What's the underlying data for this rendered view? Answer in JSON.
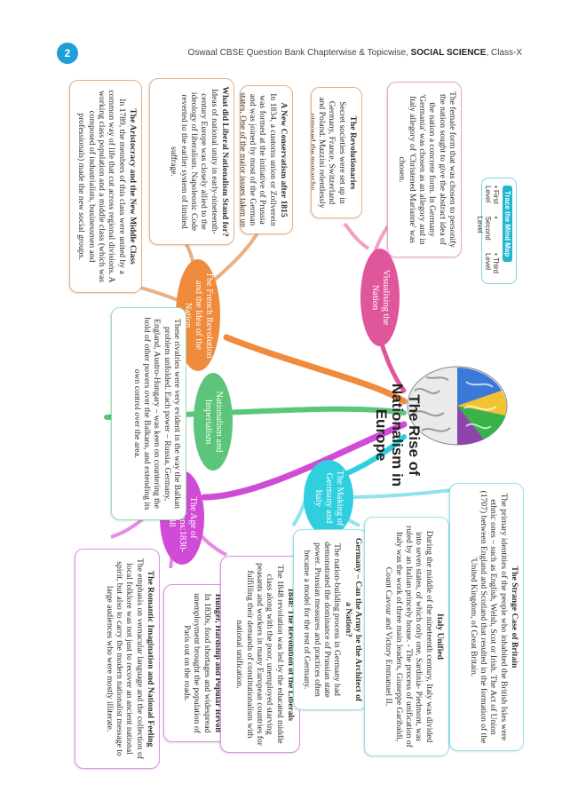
{
  "header": {
    "page_number": "2",
    "running_head_prefix": "Oswaal CBSE Question Bank Chapterwise & Topicwise, ",
    "running_head_subject": "SOCIAL SCIENCE",
    "running_head_suffix": ", Class-X"
  },
  "colors": {
    "orange": "#f08a3c",
    "green": "#5cc57a",
    "magenta": "#d04bd6",
    "cyan": "#2fcfe0",
    "pink": "#e0569a",
    "tan": "#e9b083",
    "badge": "#1e9fd8"
  },
  "central_topic": {
    "line1": "The Rise of",
    "line2": "Nationalism in Europe",
    "icon": "brain-icon"
  },
  "branches": {
    "french_revolution": "The French Revolution and the Idea of the Nation",
    "nationalism_imperialism": "Nationalism and Imperialism",
    "age_of_revolutions": "The Age of Revolutions:1830-1848",
    "making_germany_italy": "The Making of Germany and Italy",
    "visualising_nation": "Visualising the Nation"
  },
  "nodes": {
    "aristocracy": {
      "title": "The Aristocracy and the New Middle Class",
      "text": "In 1789, the members of this class were united by a common way of life that cut across regional divisions. A working class population and a middle class (which was composed of industrialists, businessmen and professionals) made the new social groups."
    },
    "liberal_nationalism": {
      "title": "What did Liberal Nationalism Stand for?",
      "text": "Ideas of national unity in early-nineteenth-century Europe was closely allied to the ideology of liberalism. Napoleonic Code reverted to the earlier system of limited suffrage."
    },
    "new_conservatism": {
      "title": "A New Conservatism after 1815",
      "text": "In 1834, a customs union or Zollverein was formed at the initiative of Prussia and was joined by most of the German states. One of the major issues taken up was freedom of the press."
    },
    "revolutionaries": {
      "title": "The Revolutionaries",
      "text": "Secret societies were set up in Germany, France, Switzerland and Poland. Mazzini relentlessly opposed the monarchy."
    },
    "female_form": {
      "title": "",
      "text": "The female form that was chosen to personify the nation sought to give the abstract idea of the nation a concrete form. In Germany 'Germania' was chosen as an allegory and in Italy allegory of 'Christened Marianne' was chosen."
    },
    "balkan": {
      "title": "",
      "text": "These rivalries were very evident in the way the Balkan problem unfolded. Each power – Russia, Germany, England, Austro-Hungary – was keen on countering the hold of other powers over the Balkans, and extending its own control over the area."
    },
    "romantic": {
      "title": "The Romantic Imagination and National Feeling",
      "text": "The emphasis on vernacular language and the collection of local folklore was not just to recover an ancient national spirit, but also to carry the modern nationalist message to large audiences who were mostly illiterate."
    },
    "hunger": {
      "title": "Hunger, Hardship and Popular Revolt",
      "text": "In 1830s, food shortages and widespread unemployment brought the population of Paris out on the roads."
    },
    "liberals_1848": {
      "title": "1848: The Revolution of the Liberals",
      "text": "The 1848 revolution was led by the educated middle class along with the poor, unemployed starving peasants and workers in many European countries for fulfilling their demands of constitutionalism with national unification."
    },
    "germany_army": {
      "title": "Germany – Can the Army be the Architect of a Nation?",
      "text": "The nation-building process in Germany had demonstrated the dominance of Prussian state power. Prussian measures and practices often became a model for the rest of Germany."
    },
    "italy_unified": {
      "title": "Italy Unified",
      "text": "During the middle of the nineteenth century, Italy was divided into seven states, of which only one, Sardinia- Piedmont, was ruled by an Italian princely house. - The process of unification of Italy was the work of three main leaders, Giuseppe Garibaldi, Count Cavour and Victory Emmanuel II."
    },
    "britain": {
      "title": "The Strange Case of Britain",
      "text": "The primary identities of the people who inhabited the British Isles were ethnic ones – such as English, Welsh, Scot or Irish. The Act of Union (1707) between England and Scotland that resulted in the formation of the 'United Kingdom, of Great Britain."
    }
  },
  "legend": {
    "title": "Trace the Mind Map",
    "items": [
      "First Level",
      "Second Level",
      "Third Level"
    ]
  }
}
